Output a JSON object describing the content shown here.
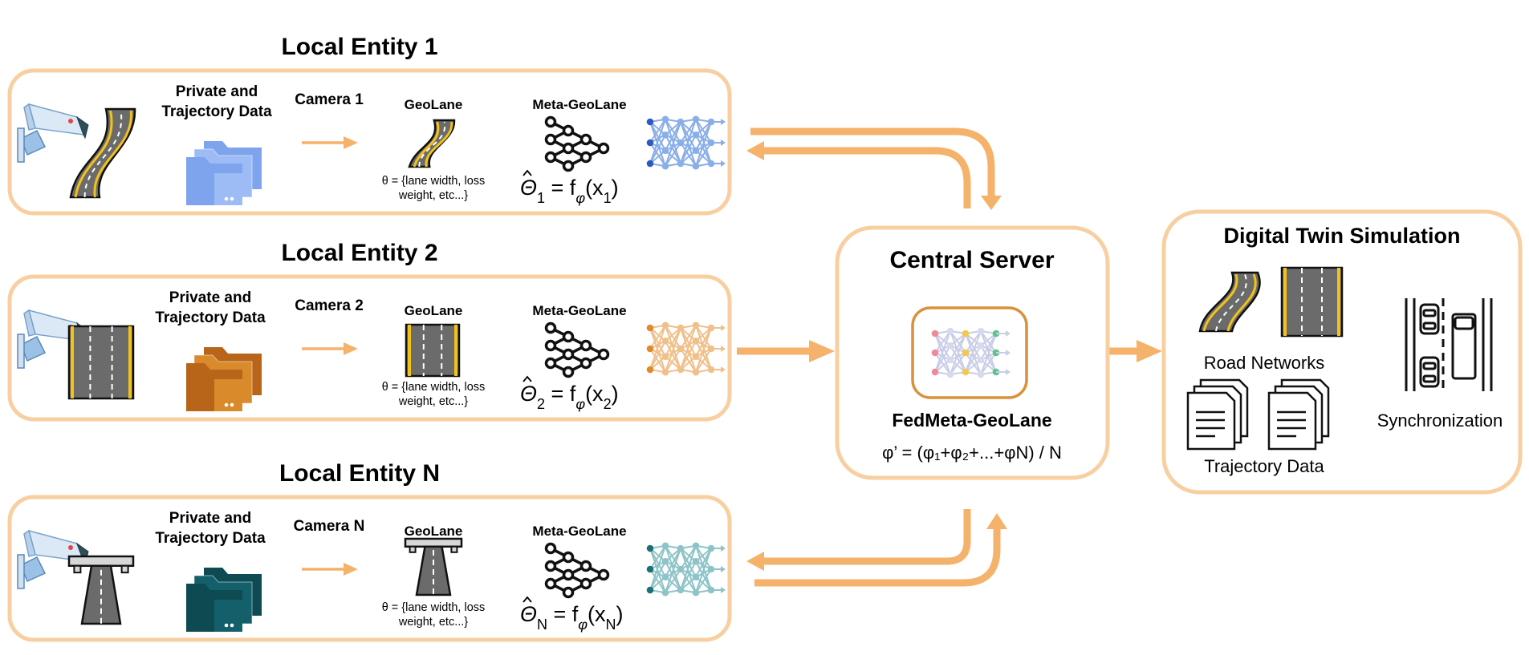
{
  "entities": [
    {
      "title": "Local Entity 1",
      "data_label_line1": "Private and",
      "data_label_line2": "Trajectory Data",
      "camera_label": "Camera 1",
      "geolane_label": "GeoLane",
      "theta_line1": "θ = {lane width, loss",
      "theta_line2": "weight, etc...}",
      "meta_label": "Meta-GeoLane",
      "formula_lhs": "Θ",
      "formula_sub": "1",
      "formula_mid": " = f",
      "formula_phi": "φ",
      "formula_x": "(x",
      "formula_xsub": "1",
      "formula_close": ")",
      "folder_color": "#9dbcf5",
      "folder_color_dark": "#7ea4ee",
      "net_color": "#8aaee8",
      "net_node": "#2b5bc0",
      "road_type": "curve"
    },
    {
      "title": "Local Entity 2",
      "data_label_line1": "Private and",
      "data_label_line2": "Trajectory Data",
      "camera_label": "Camera 2",
      "geolane_label": "GeoLane",
      "theta_line1": "θ = {lane width, loss",
      "theta_line2": "weight, etc...}",
      "meta_label": "Meta-GeoLane",
      "formula_lhs": "Θ",
      "formula_sub": "2",
      "formula_mid": " = f",
      "formula_phi": "φ",
      "formula_x": "(x",
      "formula_xsub": "2",
      "formula_close": ")",
      "folder_color": "#d98a2b",
      "folder_color_dark": "#b8651a",
      "net_color": "#f0c08a",
      "net_node": "#e08a2a",
      "road_type": "straight"
    },
    {
      "title": "Local Entity N",
      "data_label_line1": "Private and",
      "data_label_line2": "Trajectory Data",
      "camera_label": "Camera N",
      "geolane_label": "GeoLane",
      "theta_line1": "θ = {lane width, loss",
      "theta_line2": "weight, etc...}",
      "meta_label": "Meta-GeoLane",
      "formula_lhs": "Θ",
      "formula_sub": "N",
      "formula_mid": " = f",
      "formula_phi": "φ",
      "formula_x": "(x",
      "formula_xsub": "N",
      "formula_close": ")",
      "folder_color": "#14606a",
      "folder_color_dark": "#0d4a52",
      "net_color": "#8ec4c8",
      "net_node": "#1a7078",
      "road_type": "bridge"
    }
  ],
  "central": {
    "title": "Central Server",
    "model_label": "FedMeta-GeoLane",
    "formula": "φ’ = (φ₁+φ₂+...+φN) / N"
  },
  "twin": {
    "title": "Digital Twin Simulation",
    "road_networks": "Road Networks",
    "trajectory_data": "Trajectory Data",
    "synchronization": "Synchronization"
  },
  "colors": {
    "box_border": "#f8cfa0",
    "arrow": "#f5b26b",
    "server_model_border": "#d9913a"
  }
}
